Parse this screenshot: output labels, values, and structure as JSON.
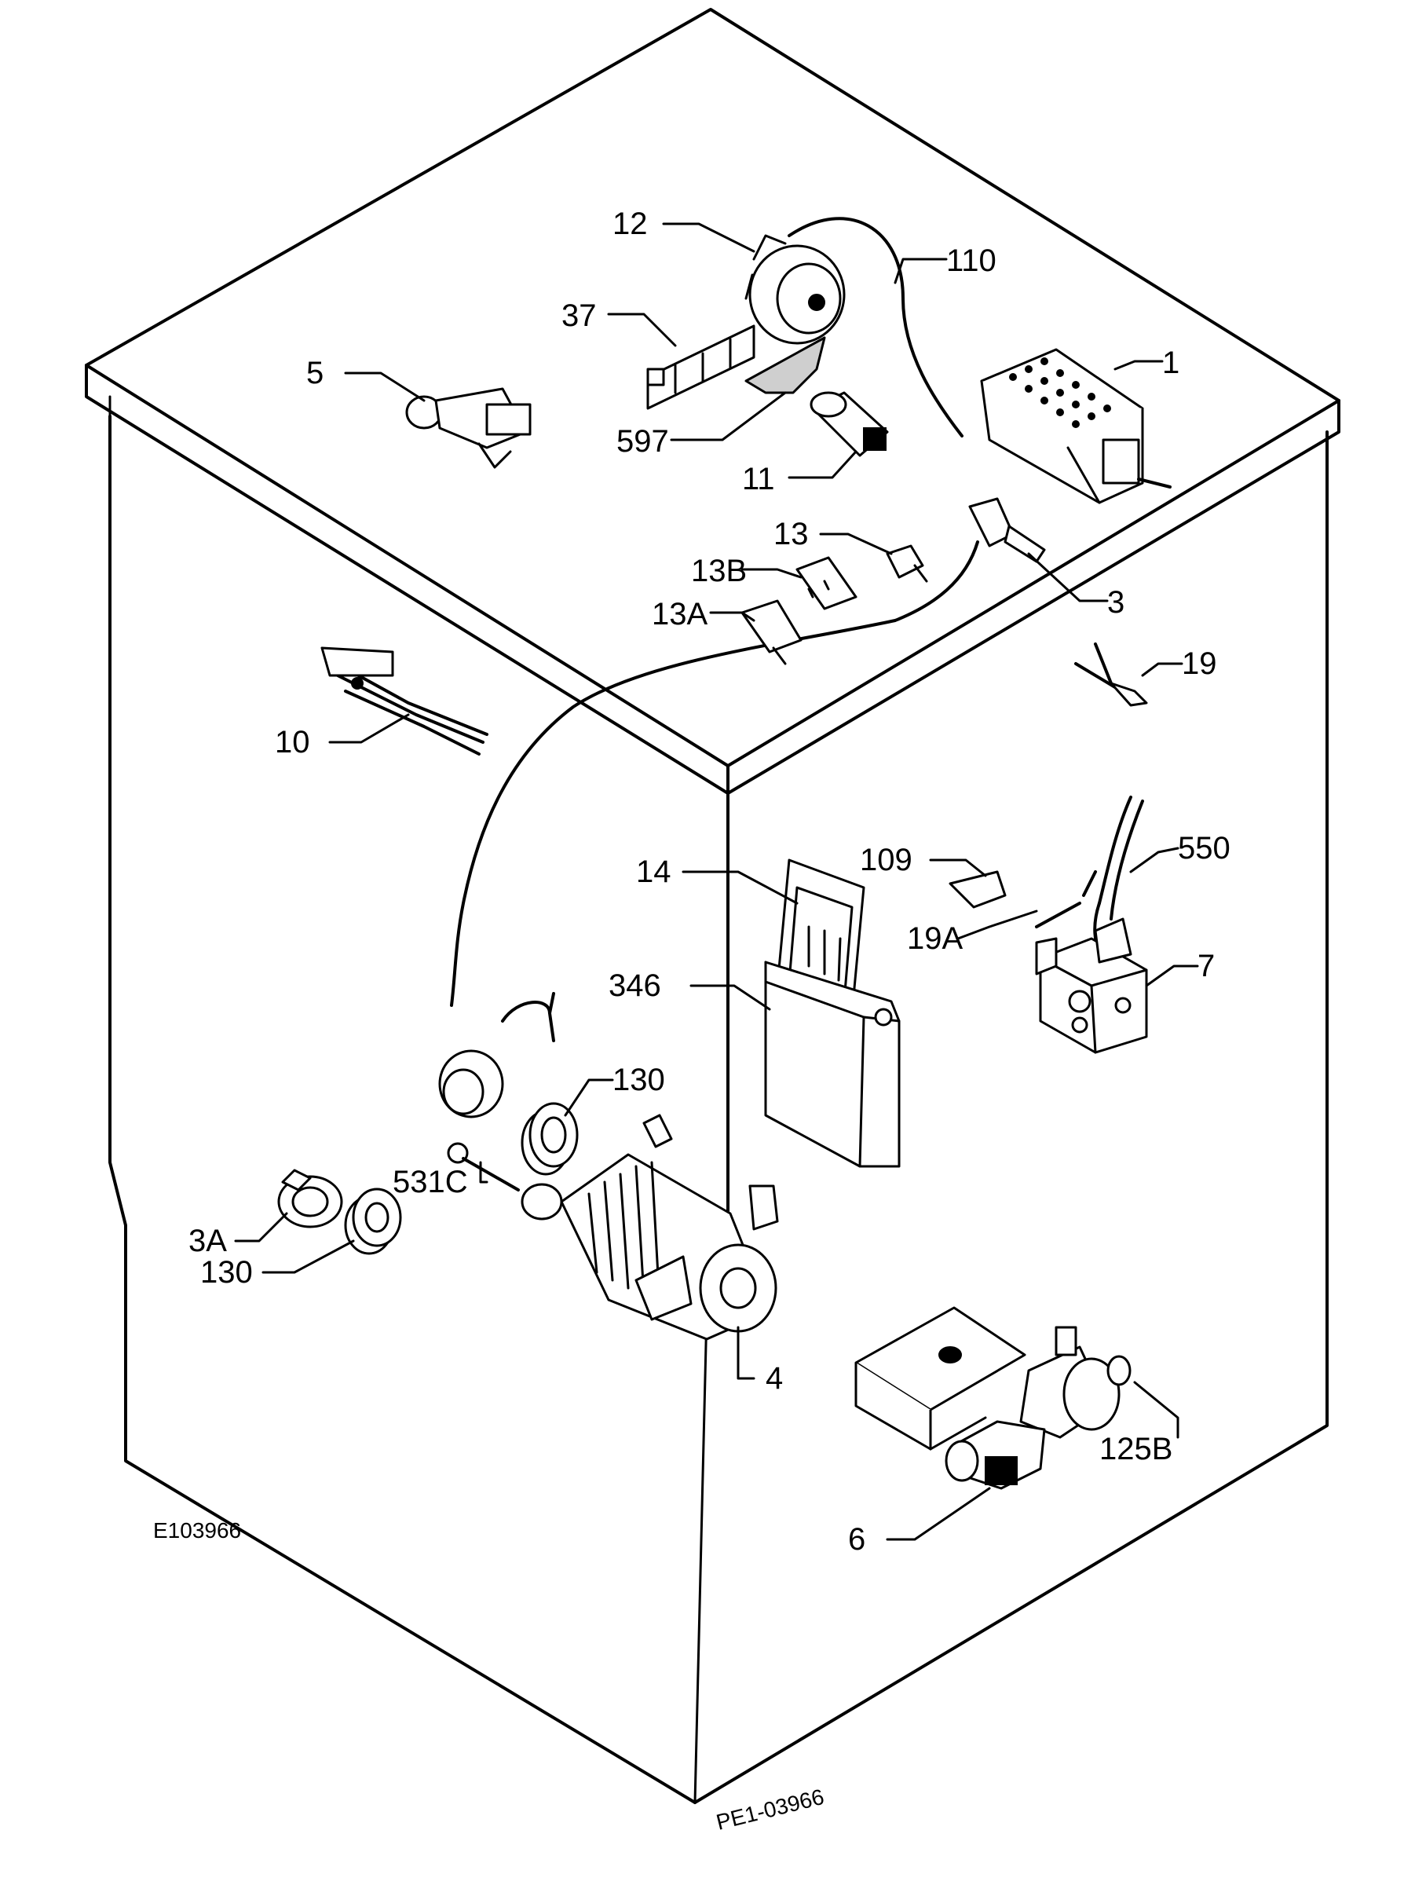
{
  "figure_code": "E103966",
  "stamp_code": "PE1-03966",
  "parts": [
    {
      "id": "12",
      "label": "12"
    },
    {
      "id": "110",
      "label": "110"
    },
    {
      "id": "37",
      "label": "37"
    },
    {
      "id": "5",
      "label": "5"
    },
    {
      "id": "1",
      "label": "1"
    },
    {
      "id": "597",
      "label": "597"
    },
    {
      "id": "11",
      "label": "11"
    },
    {
      "id": "13",
      "label": "13"
    },
    {
      "id": "13B",
      "label": "13B"
    },
    {
      "id": "3",
      "label": "3"
    },
    {
      "id": "13A",
      "label": "13A"
    },
    {
      "id": "19",
      "label": "19"
    },
    {
      "id": "10",
      "label": "10"
    },
    {
      "id": "109",
      "label": "109"
    },
    {
      "id": "550",
      "label": "550"
    },
    {
      "id": "14",
      "label": "14"
    },
    {
      "id": "19A",
      "label": "19A"
    },
    {
      "id": "7",
      "label": "7"
    },
    {
      "id": "346",
      "label": "346"
    },
    {
      "id": "130a",
      "label": "130"
    },
    {
      "id": "531C",
      "label": "531C"
    },
    {
      "id": "3A",
      "label": "3A"
    },
    {
      "id": "130b",
      "label": "130"
    },
    {
      "id": "4",
      "label": "4"
    },
    {
      "id": "125B",
      "label": "125B"
    },
    {
      "id": "6",
      "label": "6"
    }
  ]
}
